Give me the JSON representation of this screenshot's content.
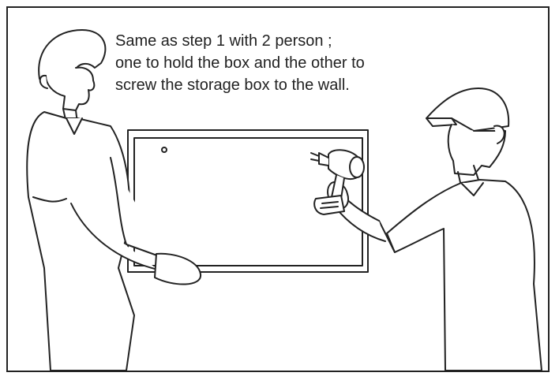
{
  "instruction": {
    "lines": [
      "Same as step 1 with 2 person ;",
      "one to hold the box and the other to",
      "screw the storage box to the wall."
    ]
  },
  "colors": {
    "line": "#222222",
    "background": "#ffffff"
  },
  "icons": [
    "person-holding-box",
    "person-with-drill",
    "storage-box",
    "cordless-drill"
  ]
}
